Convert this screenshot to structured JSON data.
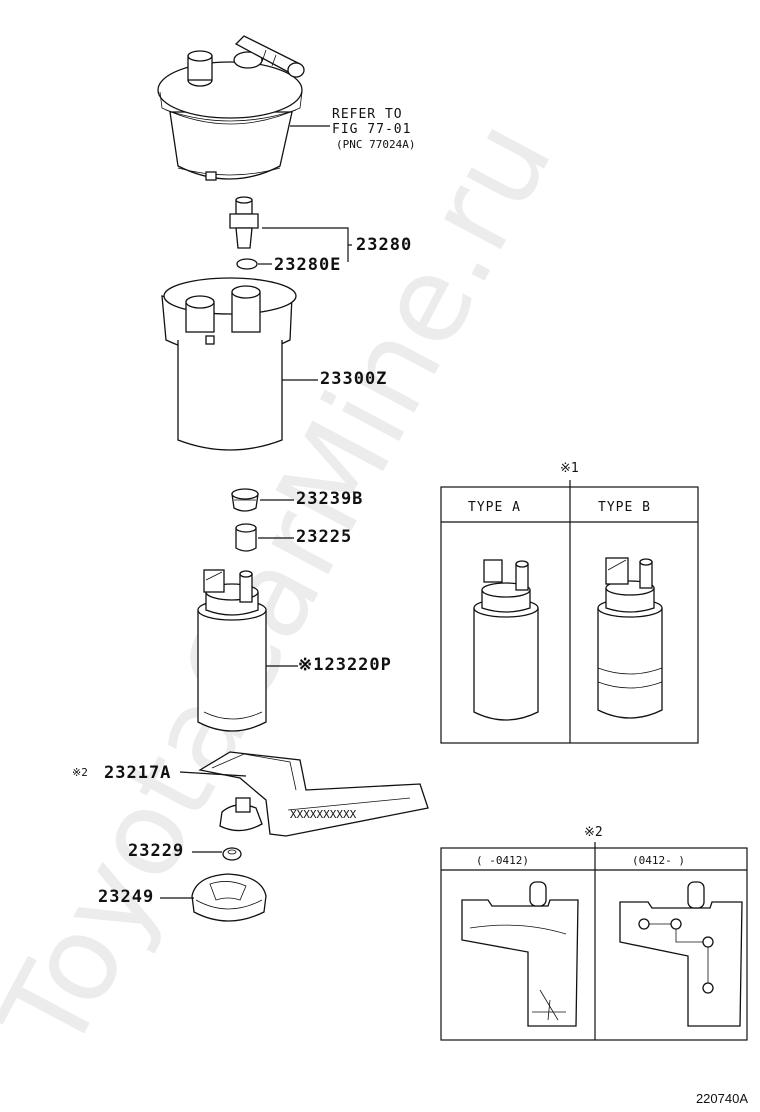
{
  "watermark": "ToyotaCarMine.ru",
  "diagram_code": "220740A",
  "refer_note": {
    "line1": "REFER TO",
    "line2": "FIG 77-01",
    "line3": "(PNC 77024A)"
  },
  "parts": {
    "p23280": "23280",
    "p23280E": "23280E",
    "p23300Z": "23300Z",
    "p23239B": "23239B",
    "p23225": "23225",
    "p23220P": "※123220P",
    "p23217A": "23217A",
    "p23217A_mark": "※2",
    "p23229": "23229",
    "p23249": "23249"
  },
  "inset1": {
    "mark": "※1",
    "type_a": "TYPE A",
    "type_b": "TYPE B"
  },
  "inset2": {
    "mark": "※2",
    "col1": "(   -0412)",
    "col2": "(0412-   )"
  },
  "filter_pattern": "XXXXXXXXXX"
}
